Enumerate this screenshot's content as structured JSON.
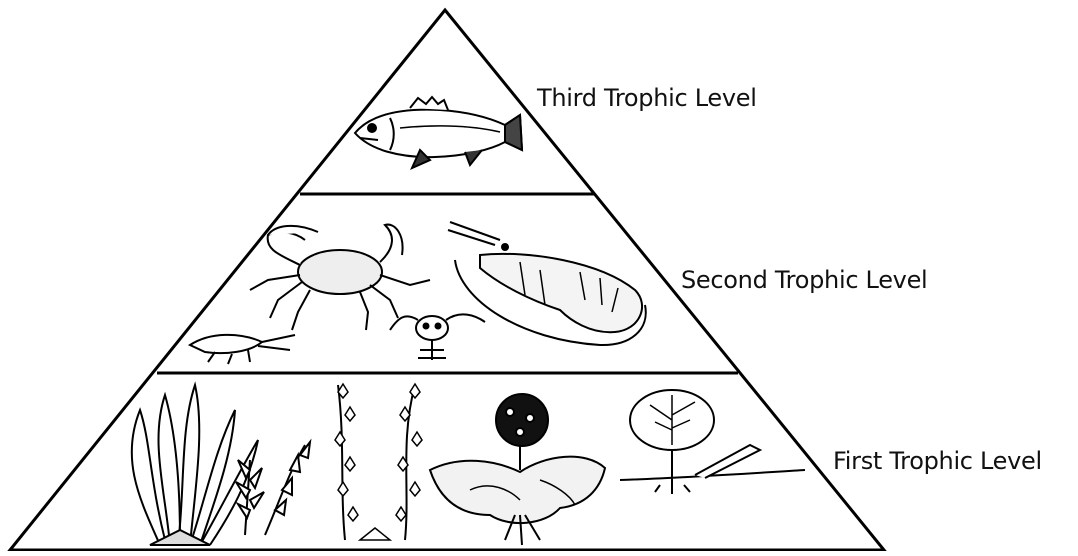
{
  "levels": [
    {
      "label": "Third Trophic Level",
      "organisms": [
        "fish-icon"
      ]
    },
    {
      "label": "Second Trophic Level",
      "organisms": [
        "crab-icon",
        "shrimp-icon",
        "small-shrimp-icon",
        "small-crustacean-icon"
      ]
    },
    {
      "label": "First Trophic Level",
      "organisms": [
        "seaweed-icon",
        "sprig-plant-icon",
        "star-flower-plant-icon",
        "flowering-bush-icon",
        "tree-seedling-icon"
      ]
    }
  ]
}
